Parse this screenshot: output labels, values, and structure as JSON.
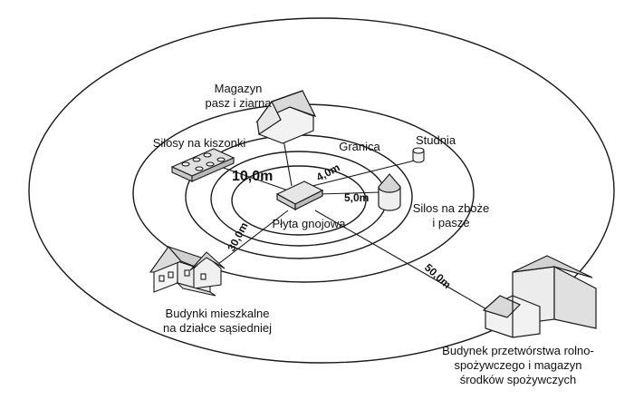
{
  "labels": {
    "magazyn_l1": "Magazyn",
    "magazyn_l2": "pasz i ziarna",
    "silosy_kiszonki": "Silosy na kiszonki",
    "granica": "Granica",
    "studnia": "Studnia",
    "silos_zboze_l1": "Silos na zboże",
    "silos_zboze_l2": "i pasze",
    "plyta_gnojowa": "Płyta gnojowa",
    "budynki_l1": "Budynki mieszkalne",
    "budynki_l2": "na działce sąsiedniej",
    "przetworstwo_l1": "Budynek przetwórstwa rolno-",
    "przetworstwo_l2": "spożywczego i magazyn",
    "przetworstwo_l3": "środków spożywczych"
  },
  "distances": {
    "d10": "10,0m",
    "d4": "4,0m",
    "d5": "5,0m",
    "d30": "30,0m",
    "d50": "50,0m"
  },
  "colors": {
    "line": "#1a1a1a",
    "building_roof": "#d9d9d9",
    "building_wall": "#f2f2f2"
  }
}
